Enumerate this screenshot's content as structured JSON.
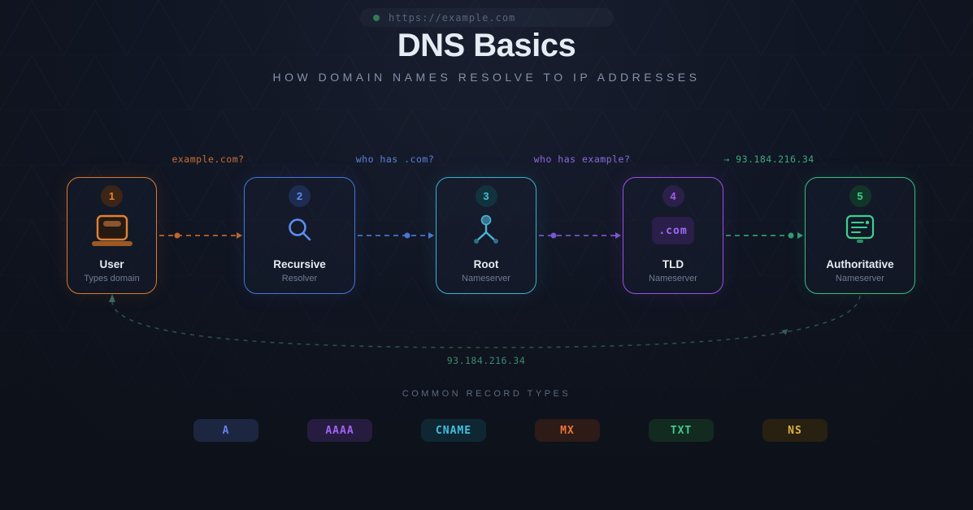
{
  "browser_bar": {
    "url": "https://example.com"
  },
  "header": {
    "title": "DNS Basics",
    "subtitle": "HOW DOMAIN NAMES RESOLVE TO IP ADDRESSES"
  },
  "steps": [
    {
      "number": "1",
      "title": "User",
      "subtitle": "Types domain",
      "icon": "laptop-icon",
      "color": "#d87a33"
    },
    {
      "number": "2",
      "title": "Recursive",
      "subtitle": "Resolver",
      "icon": "search-icon",
      "color": "#4577dd"
    },
    {
      "number": "3",
      "title": "Root",
      "subtitle": "Nameserver",
      "icon": "root-branch-icon",
      "color": "#38b2cc"
    },
    {
      "number": "4",
      "title": "TLD",
      "subtitle": "Nameserver",
      "icon": "dotcom-pill",
      "color": "#9b51ea",
      "pill_text": ".com"
    },
    {
      "number": "5",
      "title": "Authoritative",
      "subtitle": "Nameserver",
      "icon": "server-icon",
      "color": "#36bf85"
    }
  ],
  "arrows": [
    {
      "label": "example.com?",
      "color": "#c96f35"
    },
    {
      "label": "who has .com?",
      "color": "#5b82d8"
    },
    {
      "label": "who has example?",
      "color": "#8d68e0"
    },
    {
      "label": "→ 93.184.216.34",
      "color": "#3aa87c"
    }
  ],
  "return_arrow": {
    "label": "93.184.216.34",
    "color": "#3c8a70"
  },
  "record_types": {
    "heading": "COMMON RECORD TYPES",
    "badges": [
      {
        "label": "A",
        "bg": "#1c2640",
        "color": "#6583e8"
      },
      {
        "label": "AAAA",
        "bg": "#261c3f",
        "color": "#a263f2"
      },
      {
        "label": "CNAME",
        "bg": "#0f2733",
        "color": "#3fc0e0"
      },
      {
        "label": "MX",
        "bg": "#2c1b17",
        "color": "#ee7439"
      },
      {
        "label": "TXT",
        "bg": "#132a20",
        "color": "#3dcb8e"
      },
      {
        "label": "NS",
        "bg": "#282112",
        "color": "#dfb23f"
      }
    ]
  }
}
